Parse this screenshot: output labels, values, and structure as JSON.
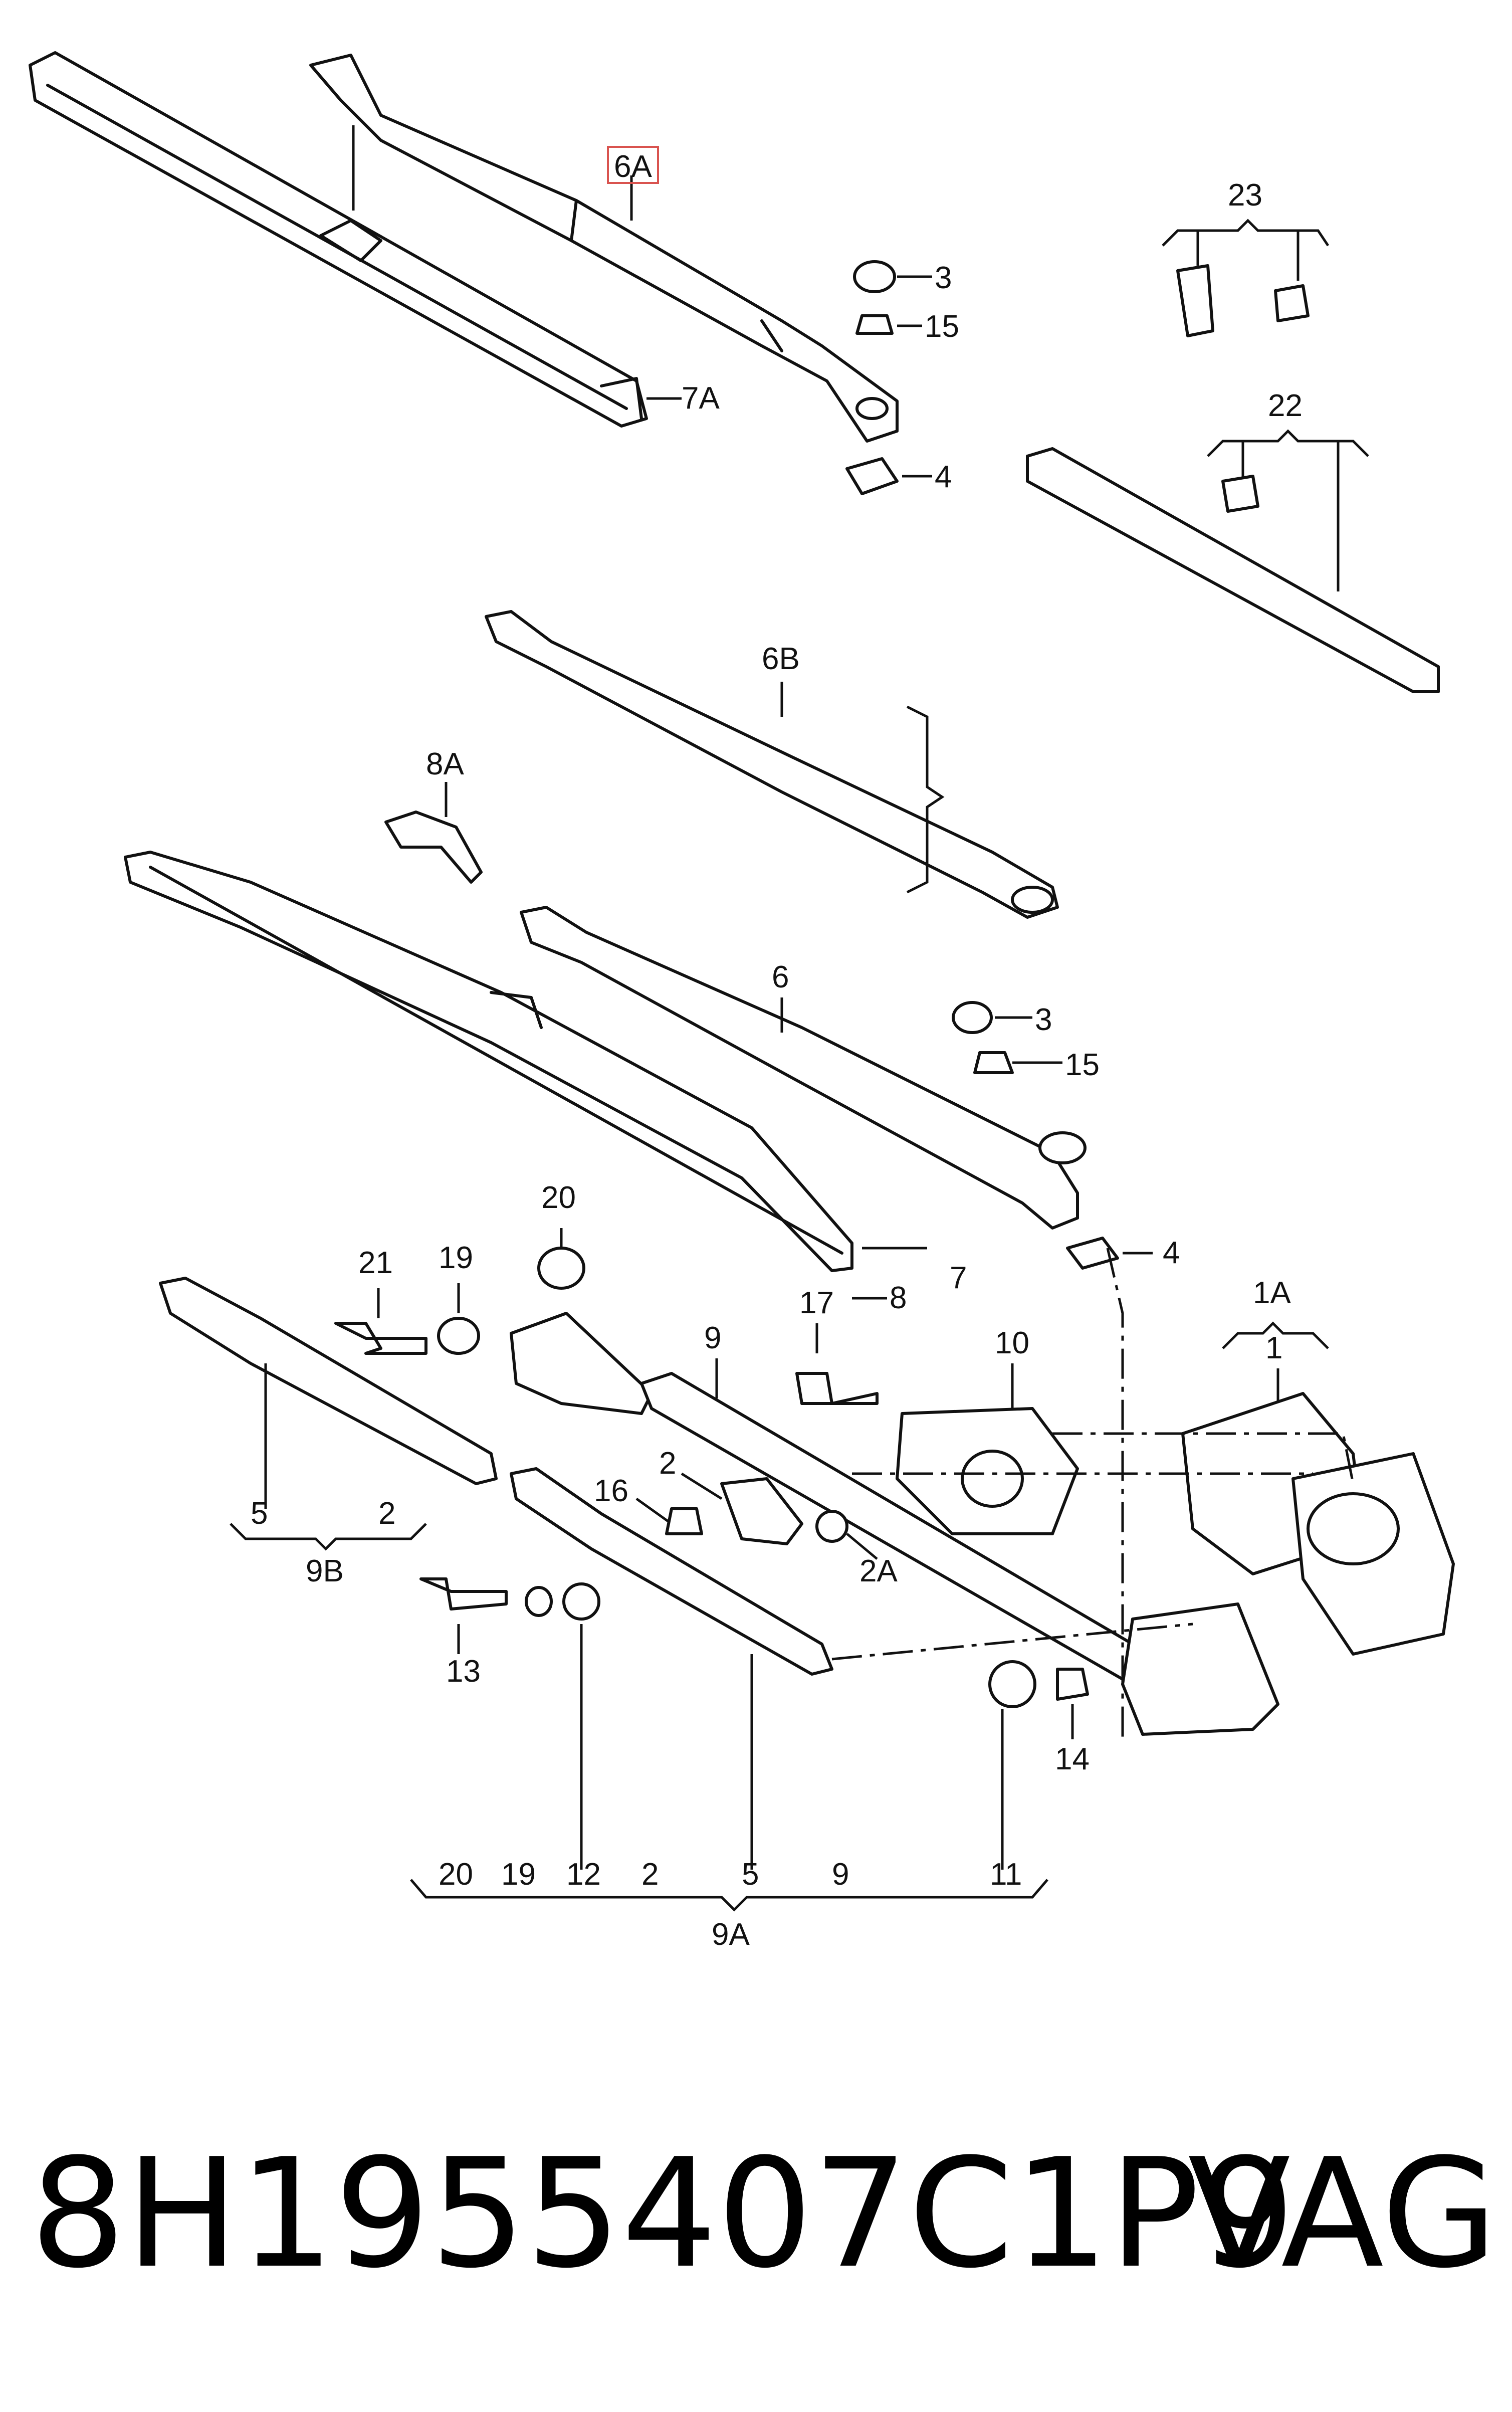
{
  "callouts": {
    "c6A": "6A",
    "c7A": "7A",
    "c3a": "3",
    "c15a": "15",
    "c4a": "4",
    "c23": "23",
    "c22": "22",
    "c6B": "6B",
    "c8A": "8A",
    "c6": "6",
    "c3b": "3",
    "c15b": "15",
    "c4b": "4",
    "c7": "7",
    "c8": "8",
    "c20": "20",
    "c21": "21",
    "c19": "19",
    "c9": "9",
    "c17": "17",
    "c10": "10",
    "c1A": "1A",
    "c1": "1",
    "c2": "2",
    "c16": "16",
    "c2A": "2A",
    "c5": "5",
    "c2b": "2",
    "c9B": "9B",
    "c13": "13",
    "c14": "14",
    "c9A": "9A"
  },
  "group_9A": [
    "20",
    "19",
    "12",
    "2",
    "5",
    "9",
    "11"
  ],
  "footer": {
    "part_number": "8H1955407C1P9",
    "brand": "VAG"
  },
  "highlight_color": "#d9534f"
}
